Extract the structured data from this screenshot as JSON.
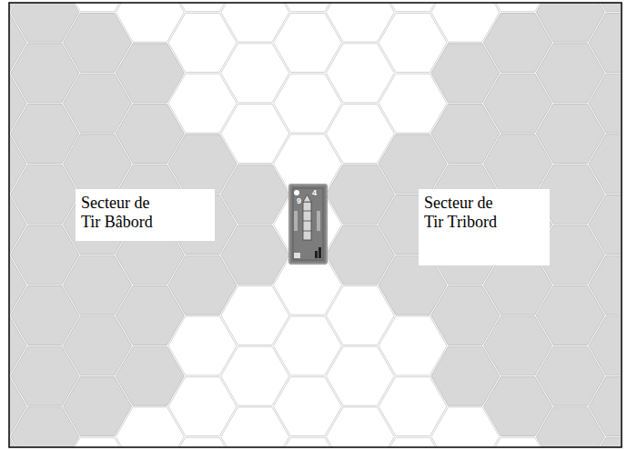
{
  "diagram": {
    "nodes": [
      {
        "text": [
          "Secteur de Tir Bâbord"
        ]
      },
      {
        "text": [
          "Secteur de Tir Tribord"
        ]
      }
    ],
    "labels": [
      "4",
      "9"
    ]
  }
}
